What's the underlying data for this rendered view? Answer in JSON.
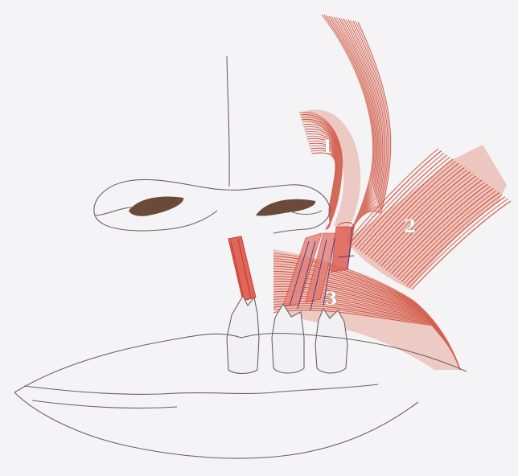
{
  "labels": {
    "muscle_1": "1",
    "muscle_2": "2",
    "muscle_3": "3"
  },
  "colors": {
    "paper": "#f4f3f6",
    "muscle": "#c8412e",
    "muscle_light": "#d9654f",
    "muscle_fill": "#e26a5c",
    "pencil": "#6e625e",
    "nostril": "#6b4a3a",
    "ink_blue": "#4a3f8a"
  }
}
